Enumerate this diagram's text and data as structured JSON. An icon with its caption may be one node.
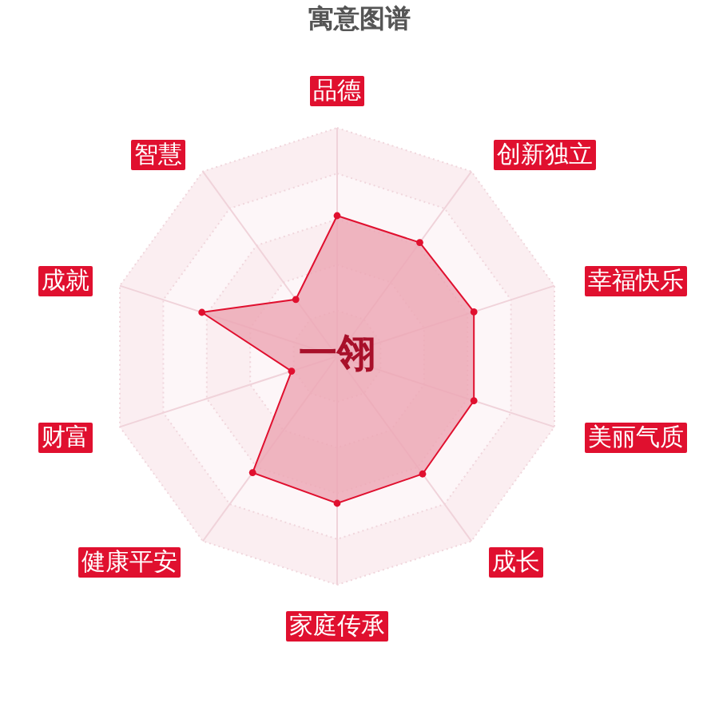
{
  "diagram": {
    "title": "寓意图谱",
    "labels": [
      "品德",
      "创新独立",
      "幸福快乐",
      "美丽气质",
      "成长",
      "家庭传承",
      "健康平安",
      "财富",
      "成就",
      "智慧",
      "一翎"
    ]
  }
}
